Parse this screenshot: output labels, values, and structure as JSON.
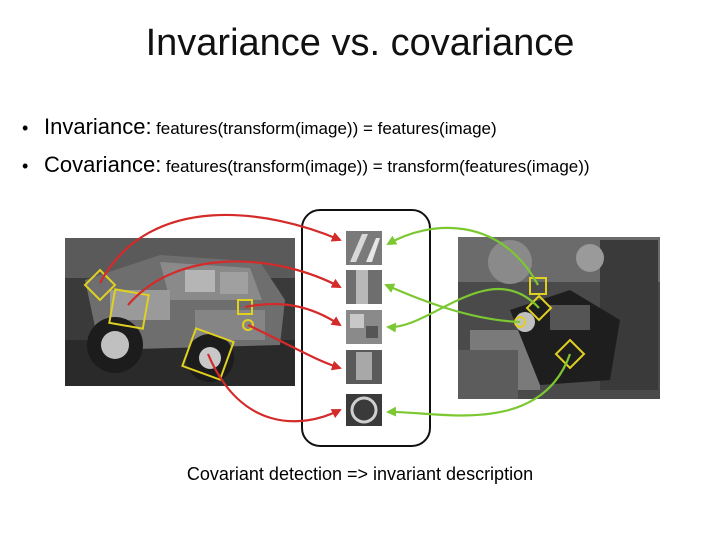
{
  "title": "Invariance vs. covariance",
  "bullets": [
    {
      "term": "Invariance:",
      "formula": "features(transform(image)) = features(image)"
    },
    {
      "term": "Covariance:",
      "formula": "features(transform(image)) = transform(features(image))"
    }
  ],
  "caption": "Covariant detection => invariant description",
  "colors": {
    "left_arrows": "#d42a2a",
    "right_arrows": "#7cc832",
    "detector_boxes": "#e0d020"
  },
  "images": {
    "left": "truck-photo-original",
    "right": "truck-photo-transformed-cluttered-scene",
    "patches": "normalized-feature-patches"
  }
}
